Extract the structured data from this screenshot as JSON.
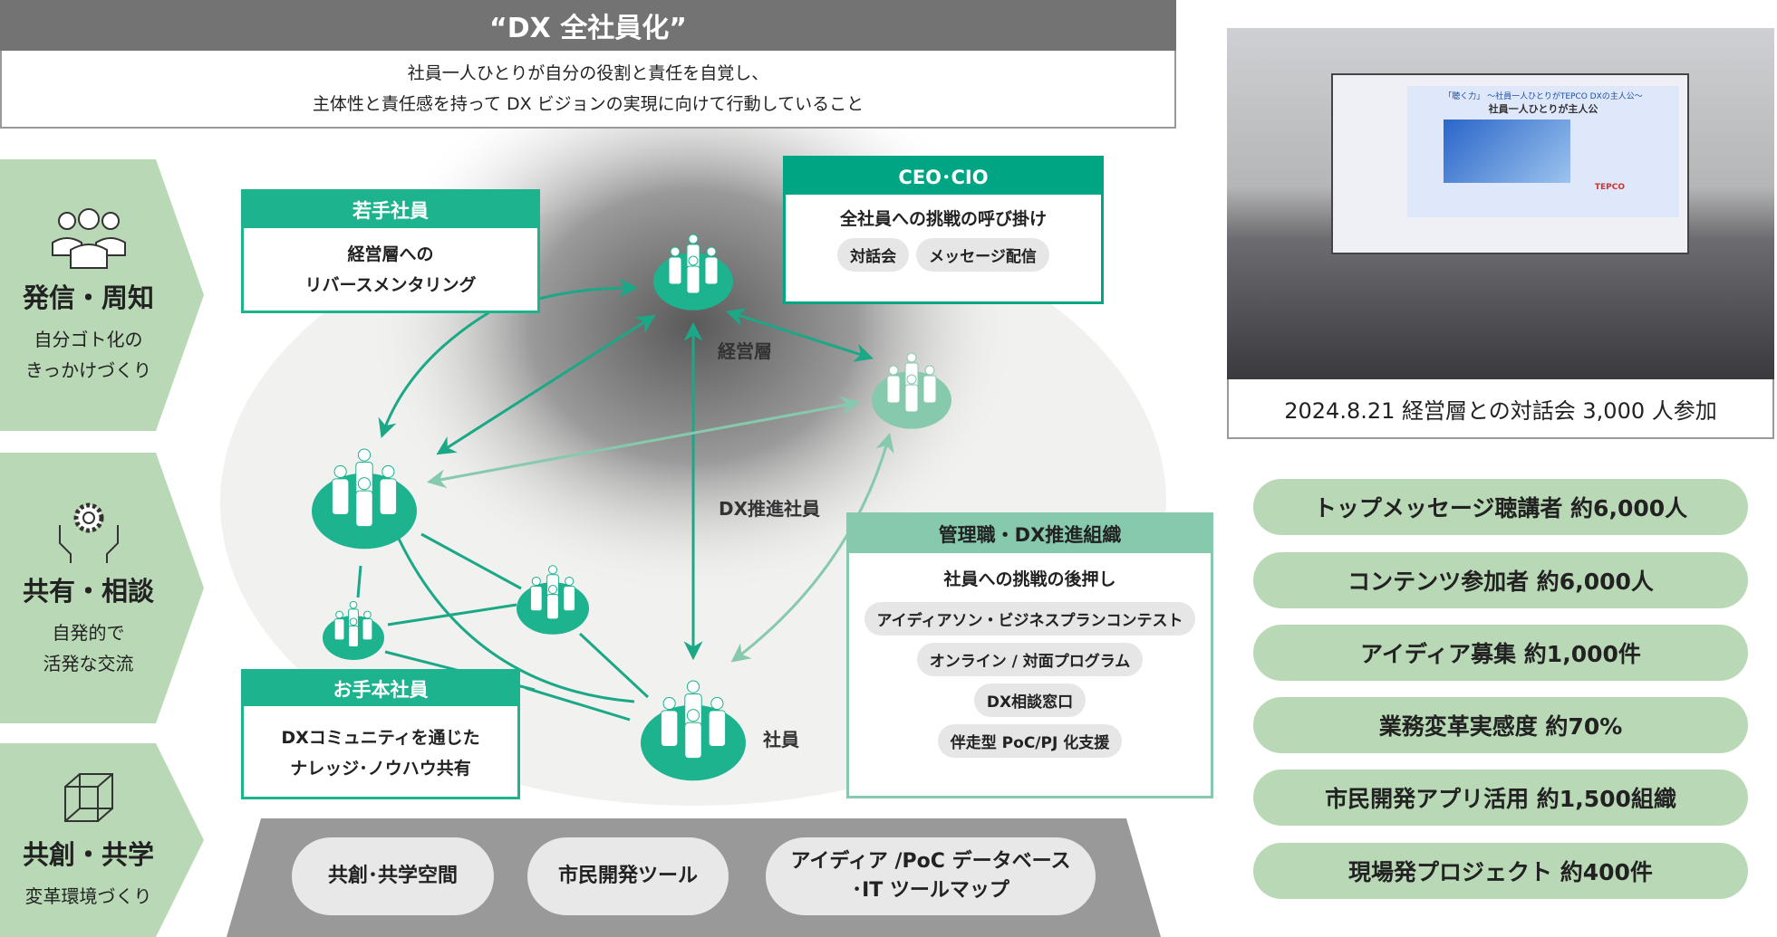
{
  "banner": {
    "title": "“DX 全社員化”",
    "line1": "社員一人ひとりが自分の役割と責任を自覚し、",
    "line2": "主体性と責任感を持って DX ビジョンの実現に向けて行動していること"
  },
  "pillars": [
    {
      "title": "発信・周知",
      "sub1": "自分ゴト化の",
      "sub2": "きっかけづくり",
      "icon": "people-icon"
    },
    {
      "title": "共有・相談",
      "sub1": "自発的で",
      "sub2": "活発な交流",
      "icon": "gear-hands-icon"
    },
    {
      "title": "共創・共学",
      "sub1": "変革環境づくり",
      "sub2": "",
      "icon": "cube-network-icon"
    }
  ],
  "boxes": {
    "young": {
      "header": "若手社員",
      "line1": "経営層への",
      "line2": "リバースメンタリング"
    },
    "ceo": {
      "header": "CEO･CIO",
      "body": "全社員への挑戦の呼び掛け",
      "chips": [
        "対話会",
        "メッセージ配信"
      ]
    },
    "mgmt": {
      "header": "管理職・DX推進組織",
      "body": "社員への挑戦の後押し",
      "chips": [
        "アイディアソン・ビジネスプランコンテスト",
        "オンライン / 対面プログラム",
        "DX相談窓口",
        "伴走型 PoC/PJ 化支援"
      ]
    },
    "model": {
      "header": "お手本社員",
      "line1": "DXコミュニティを通じた",
      "line2": "ナレッジ･ノウハウ共有"
    }
  },
  "labels": {
    "exec": "経営層",
    "dx": "DX推進社員",
    "staff": "社員"
  },
  "platform": [
    {
      "line1": "共創･共学空間",
      "line2": ""
    },
    {
      "line1": "市民開発ツール",
      "line2": ""
    },
    {
      "line1": "アイディア /PoC データベース",
      "line2": "･IT ツールマップ"
    }
  ],
  "photo": {
    "slide_title": "「聴く力」 ～社員一人ひとりがTEPCO DXの主人公～",
    "slide_sub": "社員一人ひとりが主人公",
    "slide_logo": "TEPCO",
    "caption": "2024.8.21  経営層との対話会 3,000 人参加"
  },
  "stats": [
    "トップメッセージ聴講者  約6,000人",
    "コンテンツ参加者  約6,000人",
    "アイディア募集  約1,000件",
    "業務変革実感度  約70%",
    "市民開発アプリ活用  約1,500組織",
    "現場発プロジェクト  約400件"
  ],
  "colors": {
    "green": "#1db38f",
    "dark_green": "#00a584",
    "light_green": "#86c9ad",
    "pill_green": "#b9d9b6",
    "gray": "#737373"
  }
}
